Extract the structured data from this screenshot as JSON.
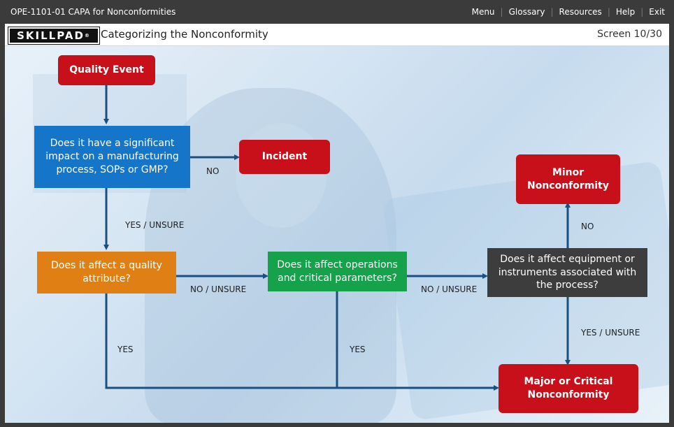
{
  "app": {
    "course_title": "OPE-1101-01 CAPA for Nonconformities",
    "nav": [
      "Menu",
      "Glossary",
      "Resources",
      "Help",
      "Exit"
    ]
  },
  "header": {
    "logo": "SKILLPAD",
    "screen_title": "Categorizing the Nonconformity",
    "screen_count": "Screen 10/30"
  },
  "flowchart": {
    "nodes": {
      "quality_event": "Quality Event",
      "q_impact": "Does it have a significant impact on a manufacturing process, SOPs or GMP?",
      "incident": "Incident",
      "q_quality_attr": "Does it affect a quality attribute?",
      "q_operations": "Does it affect operations and critical parameters?",
      "q_equipment": "Does it affect equipment or instruments associated with the process?",
      "minor": "Minor Nonconformity",
      "major": "Major or Critical Nonconformity"
    },
    "edge_labels": {
      "impact_no": "NO",
      "impact_yes": "YES / UNSURE",
      "attr_no": "NO / UNSURE",
      "attr_yes": "YES",
      "ops_no": "NO / UNSURE",
      "ops_yes": "YES",
      "equip_no": "NO",
      "equip_yes": "YES / UNSURE"
    },
    "colors": {
      "terminal": "#c8101b",
      "decision_impact": "#1576c9",
      "decision_attribute": "#e07f14",
      "decision_operations": "#15a24a",
      "decision_equipment": "#3d3d3d",
      "arrow": "#1b4f80"
    }
  }
}
